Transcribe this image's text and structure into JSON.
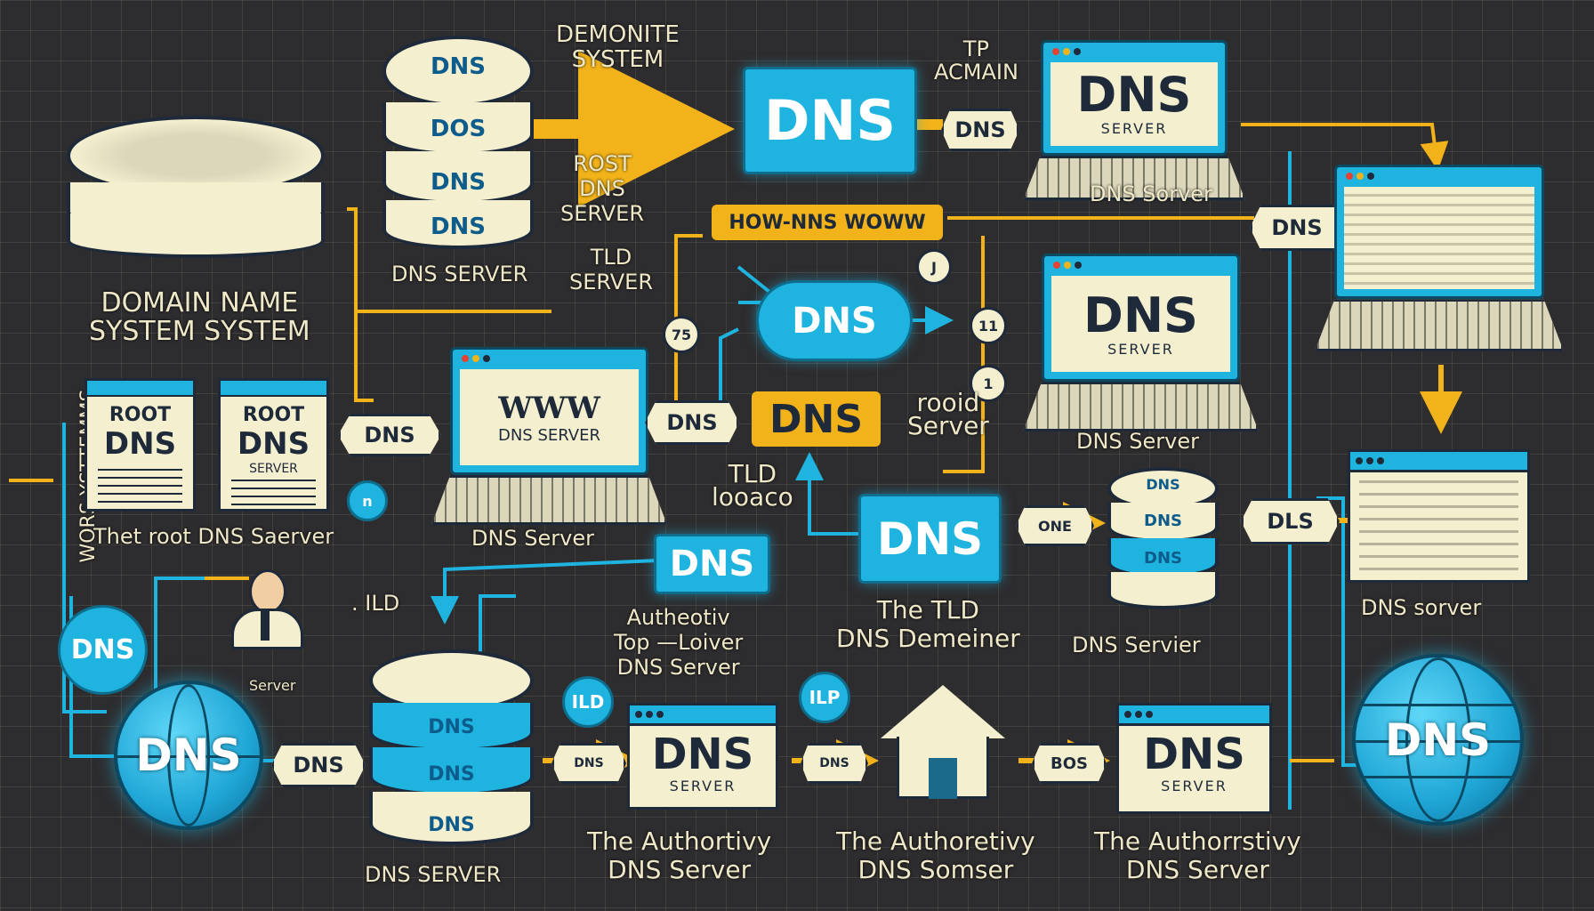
{
  "title": {
    "line1": "DEMONITE",
    "line2": "SYSTEM"
  },
  "tp_domain": {
    "line1": "TP",
    "line2": "ACMAIN"
  },
  "banner": "HOW-NNS WOWW",
  "side_text": "WORS YSTTEMMS",
  "domain_label": {
    "line1": "DOMAIN NAME",
    "line2": "SYSTEM SYSTEM"
  },
  "stack_top": {
    "disks": [
      "DNS",
      "DOS",
      "DNS",
      "DNS"
    ],
    "caption": "DNS SERVER"
  },
  "root_label": {
    "line1": "ROST",
    "line2": "DNS",
    "line3": "SERVER"
  },
  "tld_label": {
    "line1": "TLD",
    "line2": "SERVER"
  },
  "main_dns": "DNS",
  "tags": {
    "t1": "DNS",
    "t2": "DNS",
    "t3": "DNS",
    "t4": "DNS",
    "t5": "DNS",
    "t6": "DLS",
    "t7": "DNS",
    "t8": "ONE",
    "t9": "DNS",
    "t10": "BOS",
    "t11": "DNS"
  },
  "laptop_top_right": {
    "title": "DNS",
    "sub": "SERVER",
    "caption": "DNS Sorver"
  },
  "laptop_mid_right": {
    "title": "DNS",
    "sub": "SERVER",
    "caption": "DNS Server"
  },
  "laptop_center": {
    "title": "WWW",
    "sub": "DNS SERVER",
    "caption": "DNS  Server"
  },
  "cloud": "DNS",
  "numbers": {
    "n1": "75",
    "n2": "11",
    "n3": "1",
    "n4": "J"
  },
  "server_label": {
    "line1": "rooid",
    "line2": "Server"
  },
  "tld_small": {
    "line1": "TLD",
    "line2": "looaco"
  },
  "dns_yellow": "DNS",
  "dns_tld_box": "DNS",
  "root_docs": [
    {
      "line1": "ROOT",
      "line2": "DNS"
    },
    {
      "line1": "ROOT",
      "line2": "DNS",
      "line3": "SERVER"
    }
  ],
  "root_caption": "Thet  root DNS Saerver",
  "person_caption": "Server",
  "ild_left": ". ILD",
  "dns_mid_box": "DNS",
  "top_lower": {
    "line1": "Top —Loiver",
    "line2": "DNS Server",
    "line0": "Autheotiv"
  },
  "tld_domain": {
    "line1": "The TLD",
    "line2": "DNS Demeiner"
  },
  "stack_mid_right": {
    "disks": [
      "DNS",
      "DNS",
      "DNS"
    ],
    "caption": "DNS Servier"
  },
  "dns_server_right": "DNS sorver",
  "globe_left": "DNS",
  "globe_right": "DNS",
  "dns_circle": "DNS",
  "badge_ild": "ILD",
  "badge_ilp": "ILP",
  "stack_bottom": {
    "disks": [
      "DNS",
      "DNS",
      "DNS"
    ],
    "caption": "DNS SERVER"
  },
  "auth1": {
    "title": "DNS",
    "sub": "SERVER",
    "line1": "The Authortivy",
    "line2": "DNS Server"
  },
  "auth2": {
    "line1": "The Authoretivy",
    "line2": "DNS Somser"
  },
  "auth3": {
    "title": "DNS",
    "sub": "SERVER",
    "line1": "The Authorrstivy",
    "line2": "DNS Server"
  },
  "colors": {
    "background": "#2d2c2e",
    "cyan": "#1fb4e0",
    "yellow": "#f2b31a",
    "cream": "#f4efcf",
    "navy": "#1e2a3a"
  }
}
